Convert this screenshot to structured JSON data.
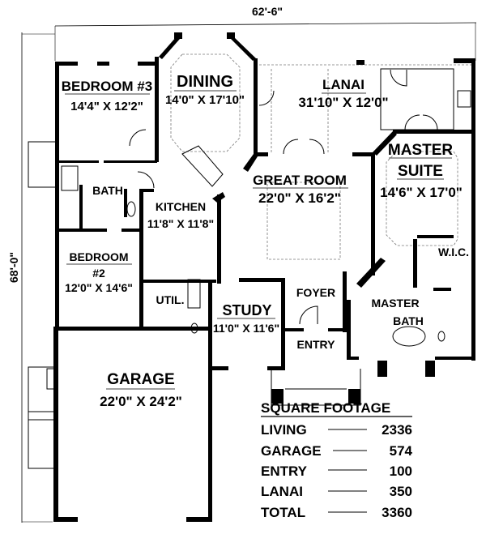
{
  "dimensions": {
    "width": "62'-6\"",
    "depth": "68'-0\""
  },
  "rooms": {
    "bedroom3": {
      "name": "BEDROOM #3",
      "size": "14'4\" X 12'2\""
    },
    "dining": {
      "name": "DINING",
      "size": "14'0\" X 17'10\""
    },
    "lanai": {
      "name": "LANAI",
      "size": "31'10\" X 12'0\""
    },
    "master_suite": {
      "name_line1": "MASTER",
      "name_line2": "SUITE",
      "size": "14'6\" X 17'0\""
    },
    "great_room": {
      "name": "GREAT ROOM",
      "size": "22'0\" X 16'2\""
    },
    "bath": {
      "name": "BATH"
    },
    "kitchen": {
      "name": "KITCHEN",
      "size": "11'8\" X 11'8\""
    },
    "wic": {
      "name": "W.I.C."
    },
    "bedroom2": {
      "name_line1": "BEDROOM",
      "name_line2": "#2",
      "size": "12'0\" X 14'6\""
    },
    "util": {
      "name": "UTIL."
    },
    "foyer": {
      "name": "FOYER"
    },
    "master_bath": {
      "name_line1": "MASTER",
      "name_line2": "BATH"
    },
    "study": {
      "name": "STUDY",
      "size": "11'0\" X 11'6\""
    },
    "entry": {
      "name": "ENTRY"
    },
    "garage": {
      "name": "GARAGE",
      "size": "22'0\" X 24'2\""
    }
  },
  "square_footage": {
    "title": "SQUARE FOOTAGE",
    "rows": [
      {
        "label": "LIVING",
        "value": "2336"
      },
      {
        "label": "GARAGE",
        "value": "574"
      },
      {
        "label": "ENTRY",
        "value": "100"
      },
      {
        "label": "LANAI",
        "value": "350"
      },
      {
        "label": "TOTAL",
        "value": "3360"
      }
    ]
  }
}
